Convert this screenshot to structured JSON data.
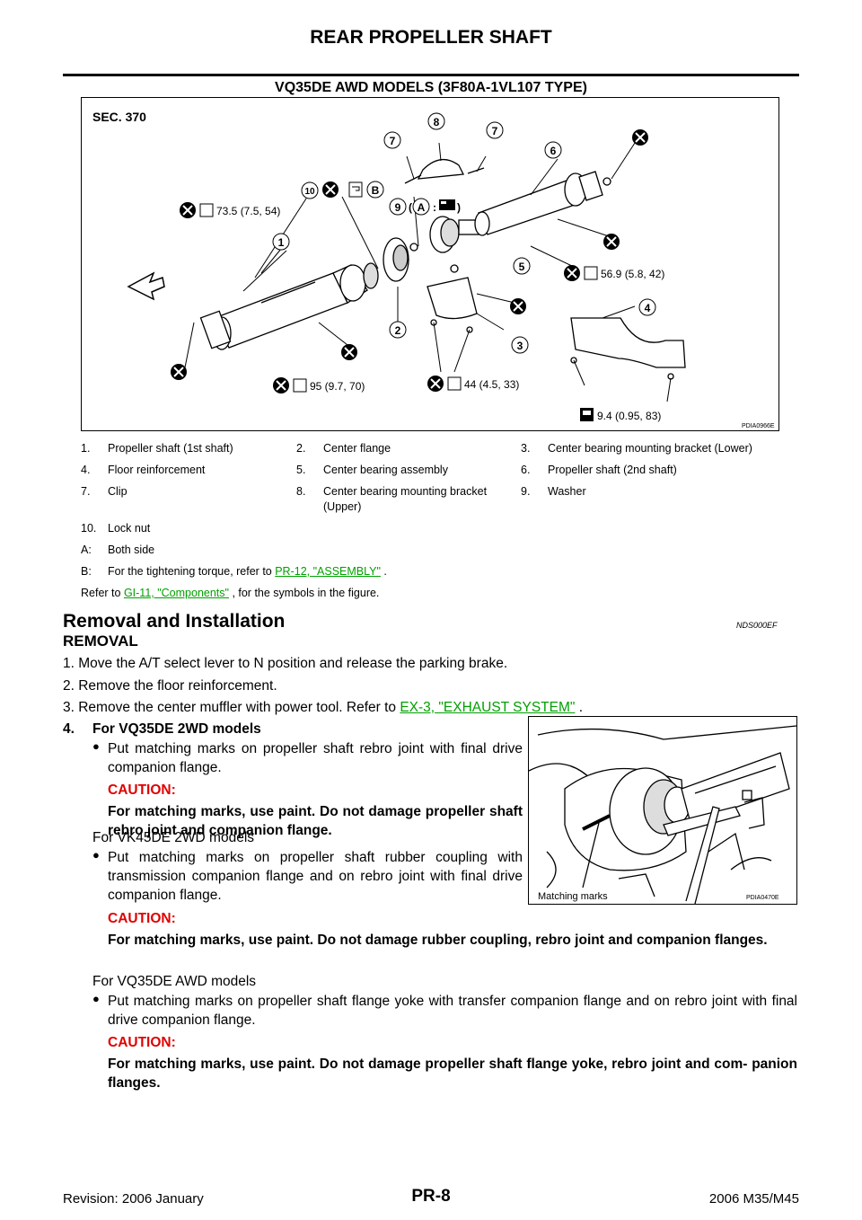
{
  "header": {
    "title": "REAR PROPELLER SHAFT"
  },
  "section": {
    "title": "VQ35DE AWD MODELS (3F80A-1VL107 TYPE)"
  },
  "figure": {
    "sec": "SEC. 370",
    "code": "PDIA0966E",
    "torque1": "73.5 (7.5, 54)",
    "torque2": "56.9 (5.8, 42)",
    "torque3": "95 (9.7, 70)",
    "torque4": "44 (4.5, 33)",
    "torque5": "9.4 (0.95, 83)",
    "callouts": [
      "1",
      "2",
      "3",
      "4",
      "5",
      "6",
      "7",
      "8",
      "9",
      "10",
      "A",
      "B"
    ],
    "paren_open": "(",
    "paren_close": ")",
    "colon": ":"
  },
  "legend": {
    "rows": [
      [
        "1.",
        "Propeller shaft (1st shaft)",
        "2.",
        "Center flange",
        "3.",
        "Center bearing mounting bracket (Lower)"
      ],
      [
        "4.",
        "Floor reinforcement",
        "5.",
        "Center bearing assembly",
        "6.",
        "Propeller shaft (2nd shaft)"
      ],
      [
        "7.",
        "Clip",
        "8.",
        "Center bearing mounting bracket (Upper)",
        "9.",
        "Washer"
      ],
      [
        "10.",
        "Lock nut",
        "",
        "",
        "",
        ""
      ]
    ],
    "noteA_key": "A:",
    "noteA": "Both side",
    "noteB_key": "B:",
    "noteB_pre": "For the tightening torque, refer to ",
    "noteB_link": "PR-12, \"ASSEMBLY\"",
    "noteB_post": " .",
    "ref_pre": "Refer to ",
    "ref_link": "GI-11, \"Components\"",
    "ref_post": " , for the symbols in the figure."
  },
  "removal": {
    "title": "Removal and Installation",
    "code": "NDS000EF",
    "subtitle": "REMOVAL",
    "step1": "1.  Move the A/T select lever to N position and release the parking brake.",
    "step2": "2.  Remove the floor reinforcement.",
    "step3_pre": "3.  Remove the center muffler with power tool. Refer to ",
    "step3_link": "EX-3, \"EXHAUST SYSTEM\"",
    "step3_post": " .",
    "step4_num": "4.",
    "step4_title": "For VQ35DE 2WD models",
    "b1": "Put matching marks on propeller shaft rebro joint with final drive companion flange.",
    "caution_label": "CAUTION:",
    "c1": "For matching marks, use paint. Do not damage propeller shaft rebro joint and companion flange.",
    "vk_title": "For VK45DE 2WD models",
    "b2": "Put matching marks on propeller shaft rubber coupling with transmission companion flange and on rebro joint with final drive companion flange.",
    "c2": "For matching marks, use paint. Do not damage rubber coupling, rebro joint and companion flanges.",
    "awd_title": "For VQ35DE AWD models",
    "b3": "Put matching marks on propeller shaft flange yoke with transfer companion flange and on rebro joint with final drive companion flange.",
    "c3": "For matching marks, use paint. Do not damage propeller shaft flange yoke, rebro joint and com- panion flanges."
  },
  "photo": {
    "label": "Matching  marks",
    "code": "PDIA0470E"
  },
  "footer": {
    "left": "Revision: 2006 January",
    "center": "PR-8",
    "right": "2006 M35/M45"
  },
  "colors": {
    "link": "#00a000",
    "caution": "#e00000"
  }
}
